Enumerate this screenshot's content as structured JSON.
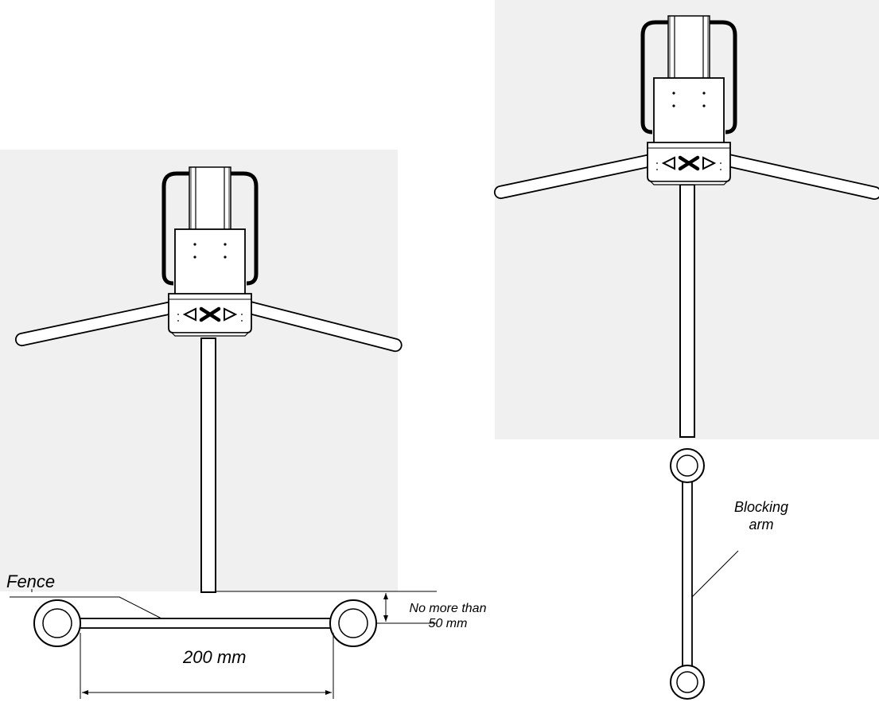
{
  "labels": {
    "fence": "Fence",
    "gap_line1": "No more than",
    "gap_line2": "50 mm",
    "width": "200 mm",
    "arm_line1": "Blocking",
    "arm_line2": "arm"
  },
  "panel_logo": "⊲✕⊳",
  "colors": {
    "ink": "#000000",
    "panel_fill": "#ffffff",
    "stripe_fill": "#f4f4f4",
    "background_shade": "#f0f0f0"
  }
}
